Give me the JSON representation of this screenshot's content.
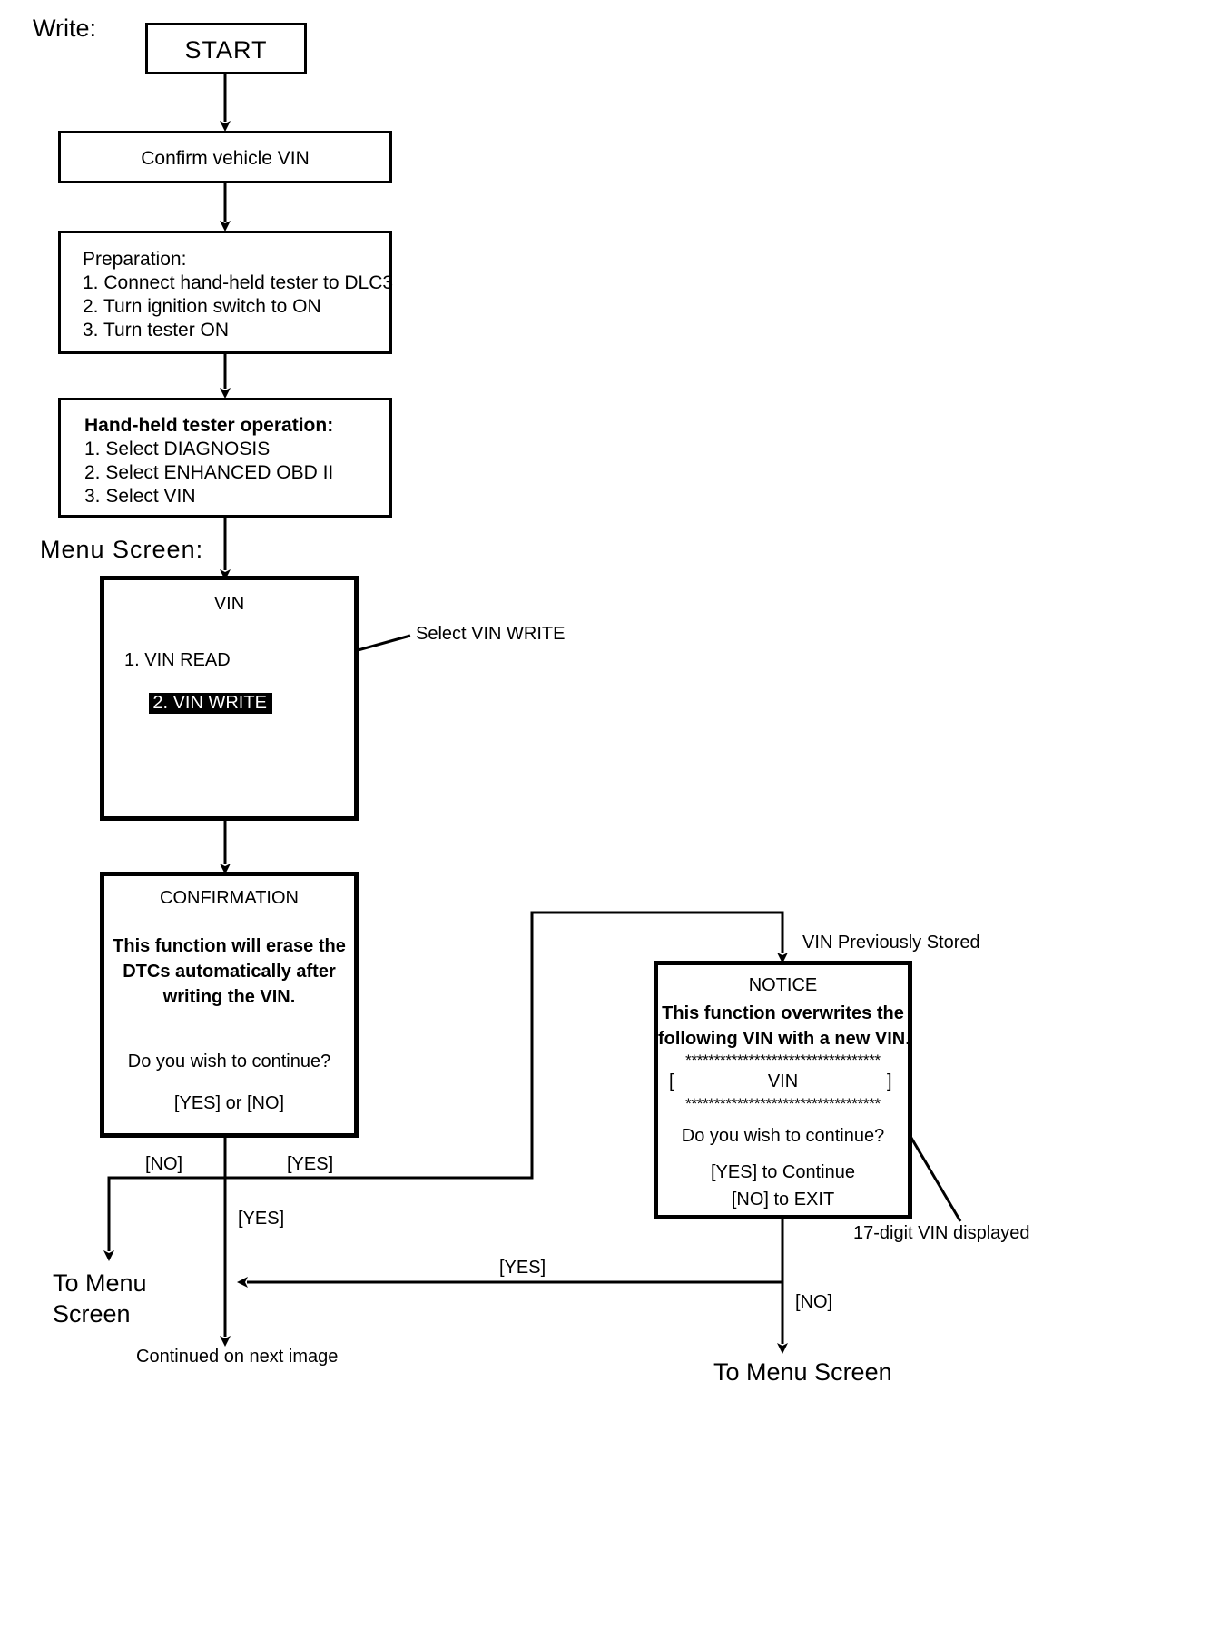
{
  "page": {
    "section_label": "Write:",
    "menu_screen_label": "Menu Screen:"
  },
  "nodes": {
    "start": {
      "label": "START"
    },
    "confirm_vin": {
      "label": "Confirm vehicle VIN"
    },
    "preparation": {
      "title": "Preparation:",
      "steps": [
        "1. Connect hand-held tester to DLC3",
        "2. Turn ignition switch to ON",
        "3. Turn tester ON"
      ]
    },
    "tester_operation": {
      "title": "Hand-held tester operation:",
      "steps": [
        "1. Select DIAGNOSIS",
        "2. Select ENHANCED OBD II",
        "3. Select VIN"
      ]
    },
    "vin_menu": {
      "title": "VIN",
      "items": [
        {
          "label": "1. VIN READ",
          "selected": false
        },
        {
          "label": "2. VIN WRITE",
          "selected": true
        }
      ],
      "callout": "Select VIN WRITE"
    },
    "confirmation": {
      "title": "CONFIRMATION",
      "body": [
        "This function will erase the",
        "DTCs automatically after",
        "writing the VIN."
      ],
      "question": "Do you wish to continue?",
      "answers": "[YES] or [NO]"
    },
    "notice": {
      "title": "NOTICE",
      "body": [
        "This function overwrites the",
        "following VIN with a new VIN."
      ],
      "rule_top": "**********************************",
      "vin_line_left": "[",
      "vin_line_center": "VIN",
      "vin_line_right": "]",
      "rule_bottom": "**********************************",
      "question": "Do you wish to continue?",
      "answers": [
        "[YES] to Continue",
        "[NO] to EXIT"
      ],
      "top_callout": "VIN Previously Stored",
      "bottom_callout": "17-digit VIN displayed"
    }
  },
  "edges": {
    "confirmation_no": "[NO]",
    "confirmation_yes": "[YES]",
    "confirmation_yes_down": "[YES]",
    "notice_yes": "[YES]",
    "notice_no": "[NO]"
  },
  "terminals": {
    "to_menu_screen_left": "To Menu\nScreen",
    "continued": "Continued on next image",
    "to_menu_screen_right": "To Menu Screen"
  },
  "colors": {
    "stroke": "#000000",
    "background": "#ffffff",
    "highlight_bg": "#000000",
    "highlight_fg": "#ffffff"
  }
}
